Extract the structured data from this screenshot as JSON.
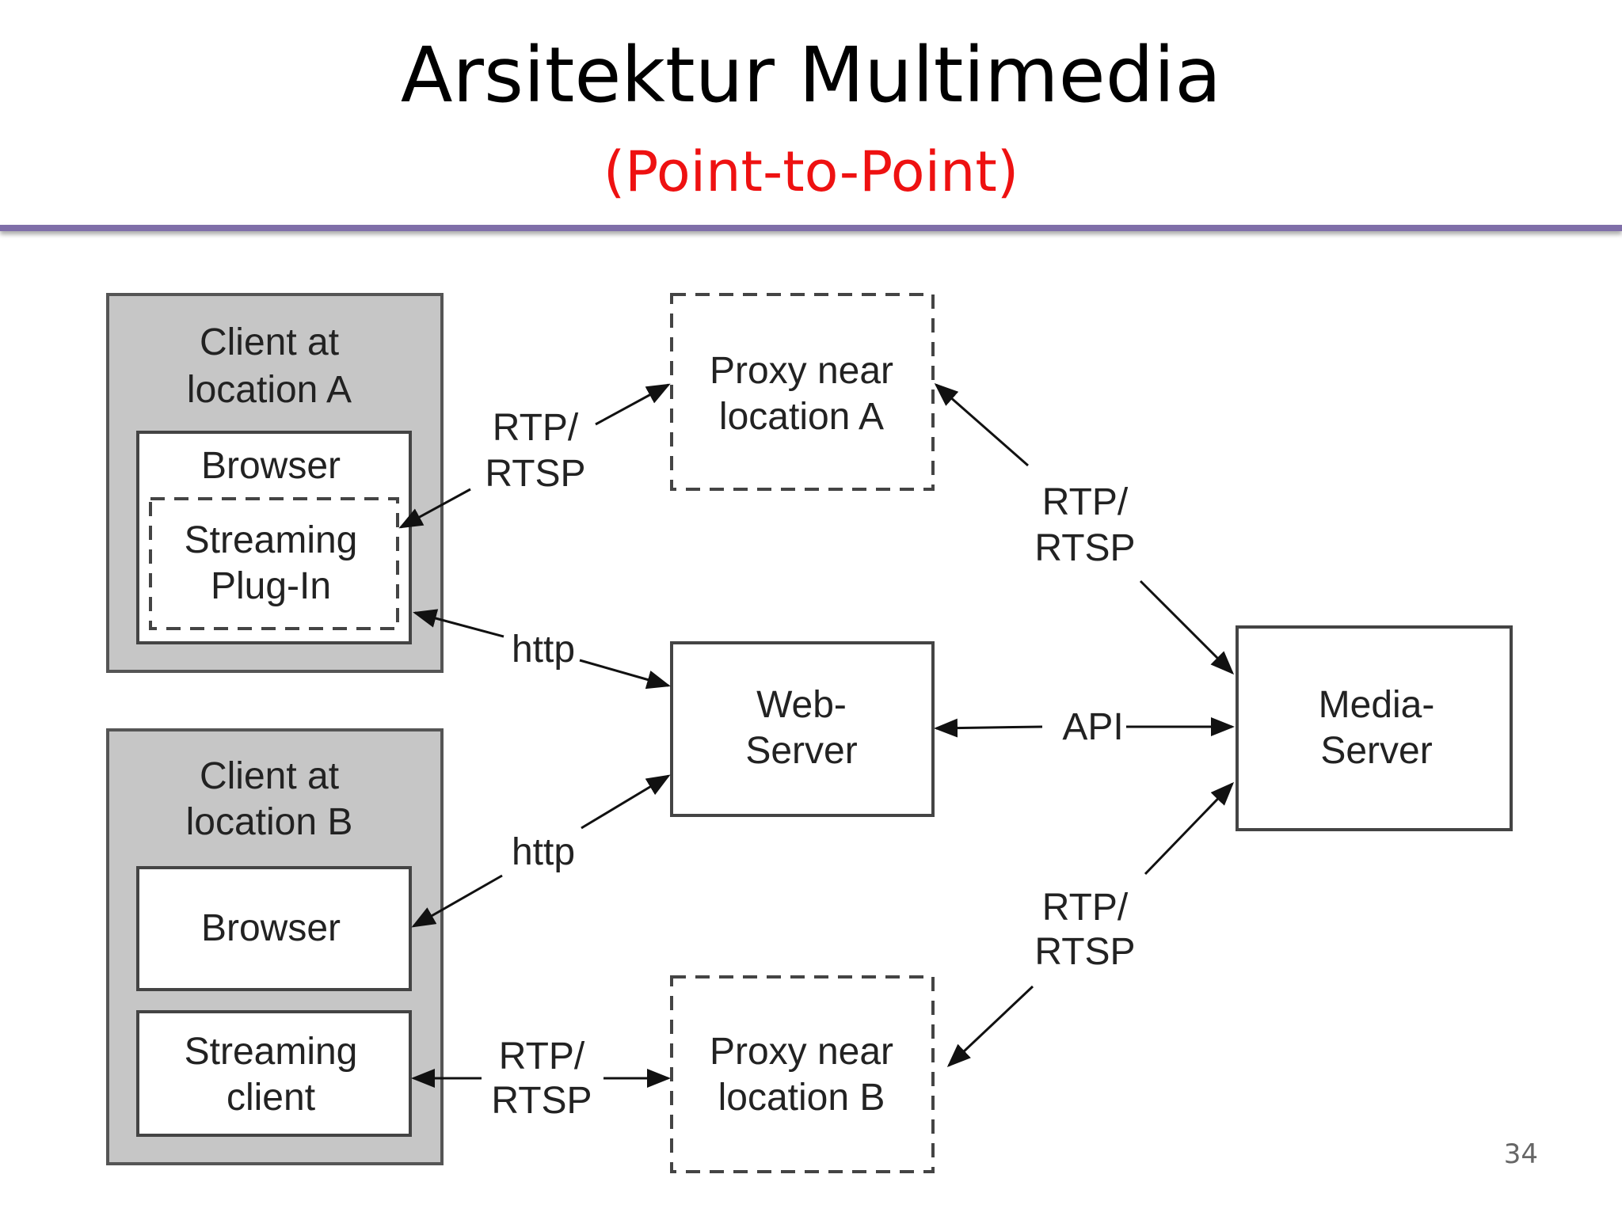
{
  "slide": {
    "title": "Arsitektur Multimedia",
    "subtitle": "(Point-to-Point)",
    "page_number": "34",
    "accent_color": "#7f6ea8",
    "subtitle_color": "#ee1111"
  },
  "diagram": {
    "nodes": {
      "client_a": {
        "line1": "Client at",
        "line2": "location A"
      },
      "browser_a": {
        "label": "Browser"
      },
      "plugin_a": {
        "line1": "Streaming",
        "line2": "Plug-In"
      },
      "client_b": {
        "line1": "Client at",
        "line2": "location B"
      },
      "browser_b": {
        "label": "Browser"
      },
      "streaming_client_b": {
        "line1": "Streaming",
        "line2": "client"
      },
      "proxy_a": {
        "line1": "Proxy near",
        "line2": "location A"
      },
      "web_server": {
        "line1": "Web-",
        "line2": "Server"
      },
      "proxy_b": {
        "line1": "Proxy near",
        "line2": "location B"
      },
      "media_server": {
        "line1": "Media-",
        "line2": "Server"
      }
    },
    "edges": {
      "plugin_to_proxy_a": {
        "line1": "RTP/",
        "line2": "RTSP"
      },
      "proxy_a_to_media": {
        "line1": "RTP/",
        "line2": "RTSP"
      },
      "browser_a_to_web": {
        "label": "http"
      },
      "web_to_media": {
        "label": "API"
      },
      "browser_b_to_web": {
        "label": "http"
      },
      "client_b_to_proxy_b": {
        "line1": "RTP/",
        "line2": "RTSP"
      },
      "proxy_b_to_media": {
        "line1": "RTP/",
        "line2": "RTSP"
      }
    }
  }
}
